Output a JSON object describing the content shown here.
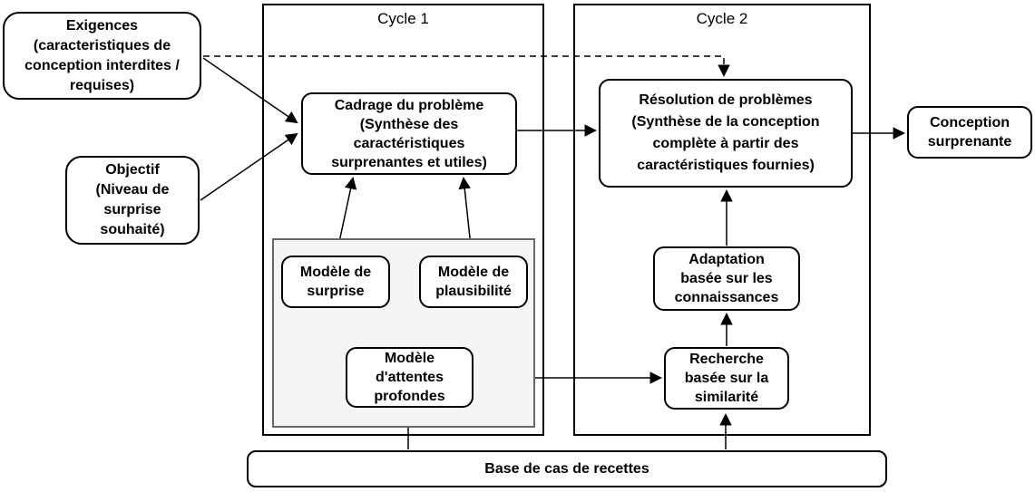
{
  "diagram": {
    "containers": {
      "cycle1": {
        "label": "Cycle 1"
      },
      "cycle2": {
        "label": "Cycle 2"
      }
    },
    "nodes": {
      "exigences": {
        "label": "Exigences\n(caracteristiques de\nconception interdites /\nrequises)"
      },
      "objectif": {
        "label": "Objectif\n(Niveau de\nsurprise\nsouhaité)"
      },
      "cadrage": {
        "label": "Cadrage du problème\n(Synthèse des\ncaractéristiques\nsurprenantes et utiles)"
      },
      "resolution": {
        "label": "Résolution de problèmes\n(Synthèse de la conception\ncomplète à partir des\ncaractéristiques fournies)"
      },
      "surprise": {
        "label": "Modèle de\nsurprise"
      },
      "plausibilite": {
        "label": "Modèle de\nplausibilité"
      },
      "attentes": {
        "label": "Modèle\nd'attentes\nprofondes"
      },
      "adaptation": {
        "label": "Adaptation\nbasée sur les\nconnaissances"
      },
      "recherche": {
        "label": "Recherche\nbasée sur la\nsimilarité"
      },
      "conception": {
        "label": "Conception\nsurprenante"
      },
      "base": {
        "label": "Base de cas de recettes"
      }
    },
    "edges": [
      {
        "from": "exigences",
        "to": "cadrage",
        "style": "solid"
      },
      {
        "from": "exigences",
        "to": "resolution",
        "style": "dashed"
      },
      {
        "from": "objectif",
        "to": "cadrage",
        "style": "solid"
      },
      {
        "from": "cadrage",
        "to": "resolution",
        "style": "solid"
      },
      {
        "from": "resolution",
        "to": "conception",
        "style": "solid"
      },
      {
        "from": "surprise",
        "to": "cadrage",
        "style": "solid"
      },
      {
        "from": "plausibilite",
        "to": "cadrage",
        "style": "solid"
      },
      {
        "from": "attentes",
        "to": "surprise",
        "style": "solid"
      },
      {
        "from": "attentes",
        "to": "plausibilite",
        "style": "solid"
      },
      {
        "from": "attentes",
        "to": "recherche",
        "style": "solid"
      },
      {
        "from": "recherche",
        "to": "adaptation",
        "style": "solid"
      },
      {
        "from": "adaptation",
        "to": "resolution",
        "style": "solid"
      },
      {
        "from": "base",
        "to": "attentes",
        "style": "solid"
      },
      {
        "from": "base",
        "to": "recherche",
        "style": "solid"
      }
    ],
    "colors": {
      "line": "#000000",
      "node_fill": "#ffffff",
      "node_border": "#000000",
      "group_fill": "#f5f5f5",
      "group_border": "#666666"
    }
  }
}
